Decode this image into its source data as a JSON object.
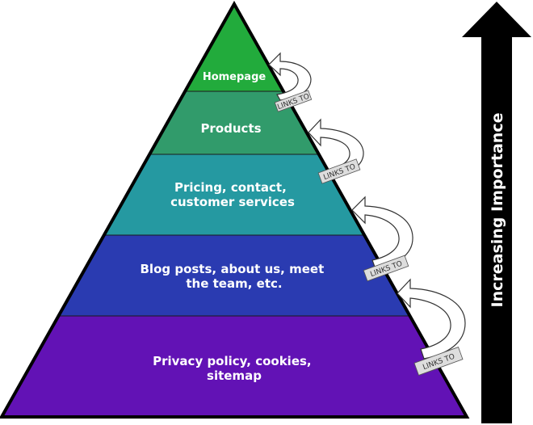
{
  "tiers": [
    {
      "label_lines": [
        "Homepage"
      ],
      "color": "#22ab3c"
    },
    {
      "label_lines": [
        "Products"
      ],
      "color": "#319b6b"
    },
    {
      "label_lines": [
        "Pricing, contact,",
        "customer services"
      ],
      "color": "#2599a1"
    },
    {
      "label_lines": [
        "Blog posts, about us, meet",
        "the team, etc."
      ],
      "color": "#2a3bb1"
    },
    {
      "label_lines": [
        "Privacy policy, cookies,",
        "sitemap"
      ],
      "color": "#6212b5"
    }
  ],
  "links_label": "LINKS TO",
  "importance_label": "Increasing Importance",
  "colors": {
    "outline": "#000000",
    "arrow": "#000000",
    "curved_arrow_fill": "#ffffff",
    "links_tag_fill": "#dddddd"
  }
}
